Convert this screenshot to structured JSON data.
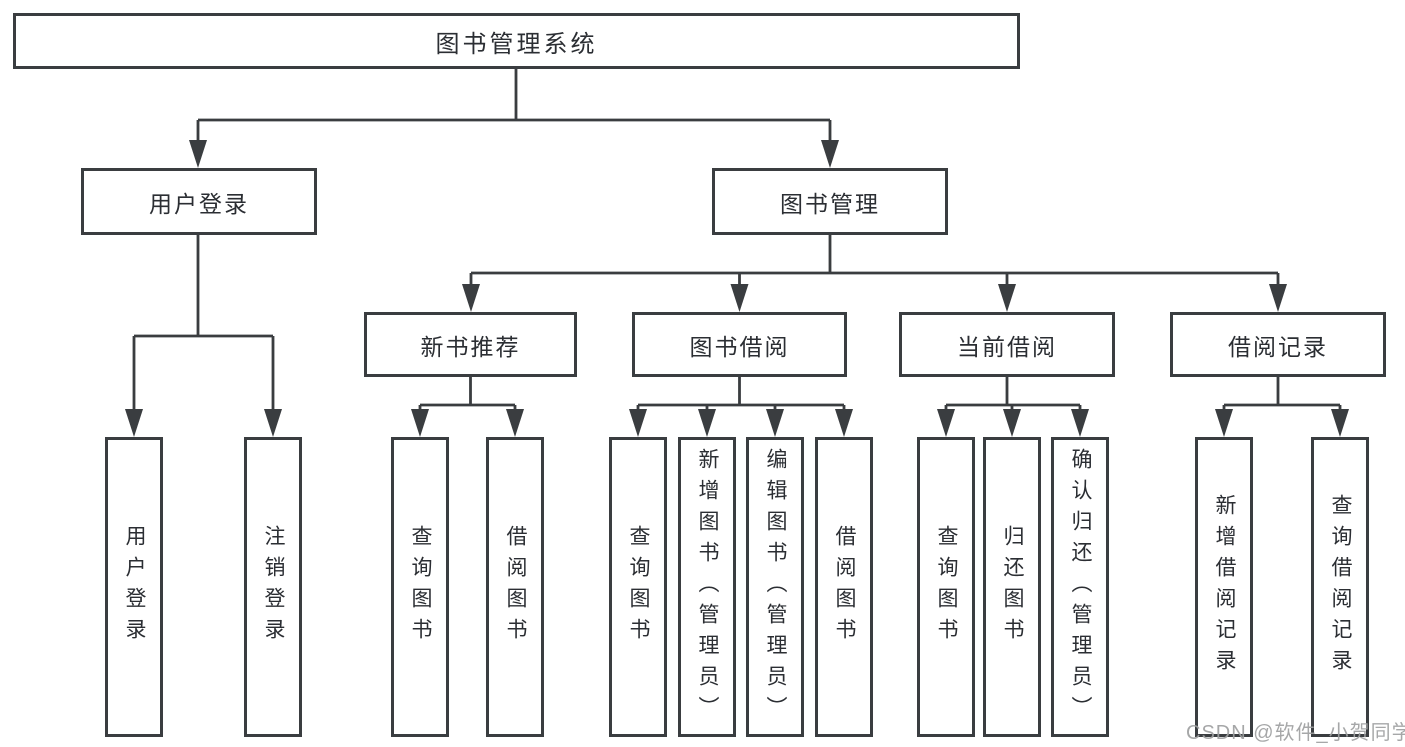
{
  "diagram": {
    "title": "图书管理系统",
    "level2": {
      "login": "用户登录",
      "manage": "图书管理"
    },
    "level3": {
      "recommend": "新书推荐",
      "borrow": "图书借阅",
      "current": "当前借阅",
      "records": "借阅记录"
    },
    "leaves": {
      "login": [
        "用户登录",
        "注销登录"
      ],
      "recommend": [
        "查询图书",
        "借阅图书"
      ],
      "borrow": [
        "查询图书",
        "新增图书（管理员）",
        "编辑图书（管理员）",
        "借阅图书"
      ],
      "current": [
        "查询图书",
        "归还图书",
        "确认归还（管理员）"
      ],
      "records": [
        "新增借阅记录",
        "查询借阅记录"
      ]
    },
    "watermark": "CSDN @软件_小贺同学",
    "colors": {
      "line": "#3a3d40",
      "text": "#2b2e33",
      "watermark": "#9e9fa1",
      "background": "#ffffff"
    }
  }
}
